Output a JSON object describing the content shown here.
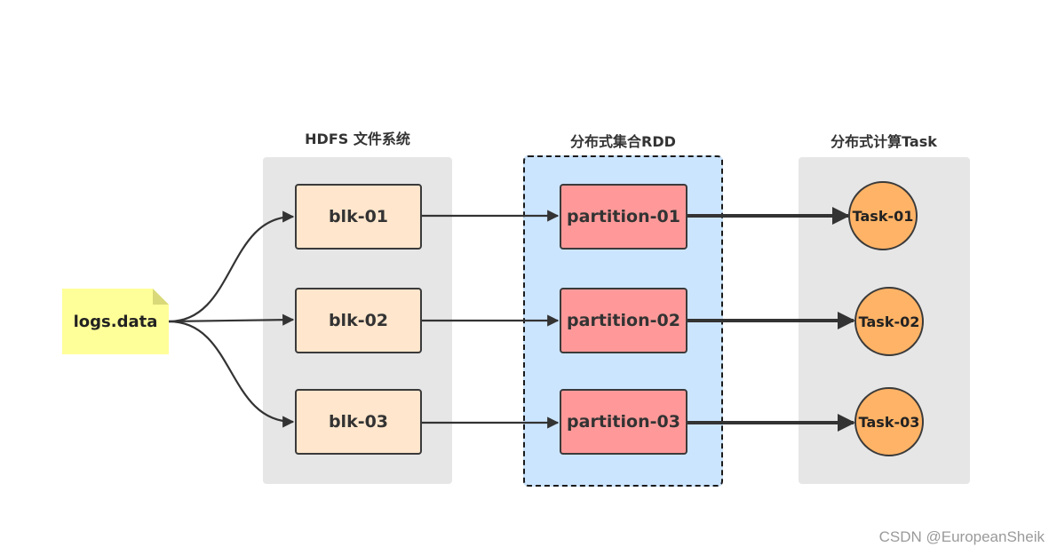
{
  "titles": {
    "hdfs": "HDFS 文件系统",
    "rdd": "分布式集合RDD",
    "task": "分布式计算Task"
  },
  "file": {
    "label": "logs.data"
  },
  "blocks": [
    "blk-01",
    "blk-02",
    "blk-03"
  ],
  "partitions": [
    "partition-01",
    "partition-02",
    "partition-03"
  ],
  "tasks": [
    "Task-01",
    "Task-02",
    "Task-03"
  ],
  "watermark": "CSDN @EuropeanSheik",
  "colors": {
    "panel_gray": "#e6e6e6",
    "rdd_blue": "#cce5ff",
    "block_fill": "#ffe6cc",
    "partition_fill": "#ff9999",
    "task_fill": "#ffb366",
    "file_fill": "#ffff99",
    "stroke": "#3a3a3a"
  }
}
